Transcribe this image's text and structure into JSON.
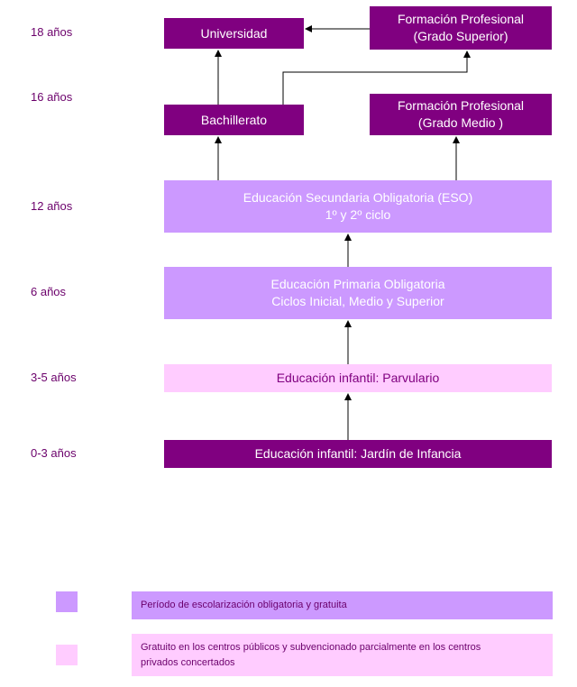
{
  "ages": {
    "a18": "18 años",
    "a16": "16 años",
    "a12": "12 años",
    "a6": "6 años",
    "a35": "3-5 años",
    "a03": "0-3 años"
  },
  "boxes": {
    "universidad": "Universidad",
    "fp_superior_line1": "Formación Profesional",
    "fp_superior_line2": "(Grado  Superior)",
    "bachillerato": "Bachillerato",
    "fp_medio_line1": "Formación Profesional",
    "fp_medio_line2": "(Grado Medio )",
    "eso_line1": "Educación Secundaria Obligatoria (ESO)",
    "eso_line2": "1º y 2º ciclo",
    "primaria_line1": "Educación Primaria Obligatoria",
    "primaria_line2": "Ciclos Inicial, Medio y Superior",
    "parvulario": "Educación infantil: Parvulario",
    "jardin": "Educación infantil: Jardín de Infancia"
  },
  "legend": {
    "obligatoria": "Período de escolarización obligatoria y gratuita",
    "gratuito_line1": "Gratuito en los centros públicos y subvencionado parcialmente en los centros",
    "gratuito_line2": "privados concertados"
  },
  "colors": {
    "dark_purple": "#800080",
    "lavender": "#cc99ff",
    "light_pink": "#ffccff",
    "age_text": "#6b006b"
  }
}
